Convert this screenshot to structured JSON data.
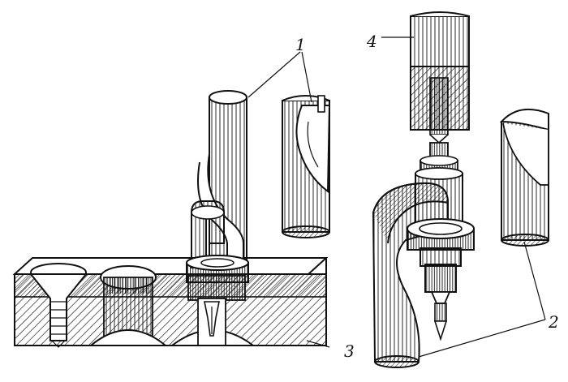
{
  "figure": {
    "callouts": [
      {
        "id": "c1",
        "text": "1"
      },
      {
        "id": "c2",
        "text": "2"
      },
      {
        "id": "c3",
        "text": "3"
      },
      {
        "id": "c4",
        "text": "4"
      }
    ]
  }
}
